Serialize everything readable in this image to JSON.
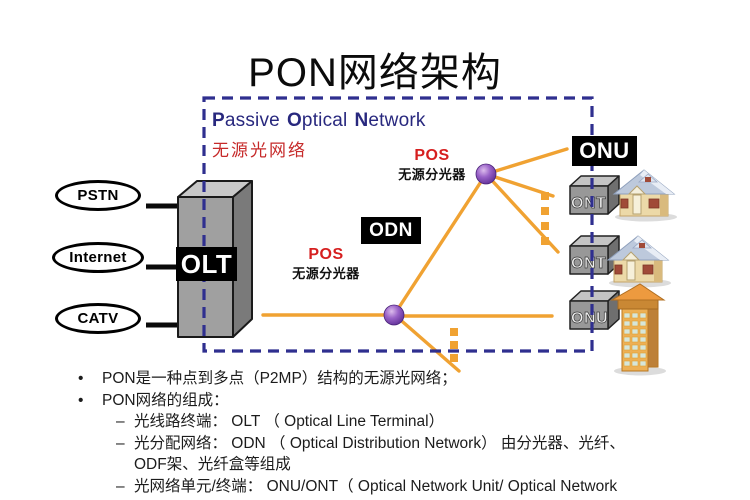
{
  "slide": {
    "title": "PON网络架构"
  },
  "header": {
    "expansion": {
      "w1i": "P",
      "w1r": "assive",
      "w2i": "O",
      "w2r": "ptical",
      "w3i": "N",
      "w3r": "etwork"
    },
    "expansion_cn": "无源光网络"
  },
  "sources": {
    "items": [
      {
        "label": "PSTN"
      },
      {
        "label": "Internet"
      },
      {
        "label": "CATV"
      }
    ]
  },
  "nodes": {
    "olt_label": "OLT",
    "odn_label": "ODN",
    "onu_box_label": "ONU",
    "terminals": [
      {
        "label": "ONT"
      },
      {
        "label": "ONT"
      },
      {
        "label": "ONU"
      }
    ]
  },
  "splitters": {
    "top": {
      "name": "POS",
      "desc": "无源分光器"
    },
    "bottom": {
      "name": "POS",
      "desc": "无源分光器"
    }
  },
  "bullets": {
    "items": [
      {
        "marker": "•",
        "text": "PON是一种点到多点（P2MP）结构的无源光网络；"
      },
      {
        "marker": "•",
        "text": "PON网络的组成："
      },
      {
        "marker": "–",
        "text": "光线路终端： OLT （ Optical Line Terminal）"
      },
      {
        "marker": "–",
        "text": "光分配网络： ODN （ Optical Distribution Network） 由分光器、光纤、"
      },
      {
        "marker": "",
        "text": "ODF架、光纤盒等组成"
      },
      {
        "marker": "–",
        "text": "光网络单元/终端： ONU/ONT（ Optical Network Unit/ Optical Network"
      }
    ]
  },
  "colors": {
    "fiber_orange": "#F0A232",
    "dashed_border_navy": "#2F2F8F",
    "splitter_purple": "#6a3fa0",
    "pos_red": "#D61F1F",
    "expansion_navy": "#28287E",
    "expansion_cn_red": "#C62A2A"
  }
}
